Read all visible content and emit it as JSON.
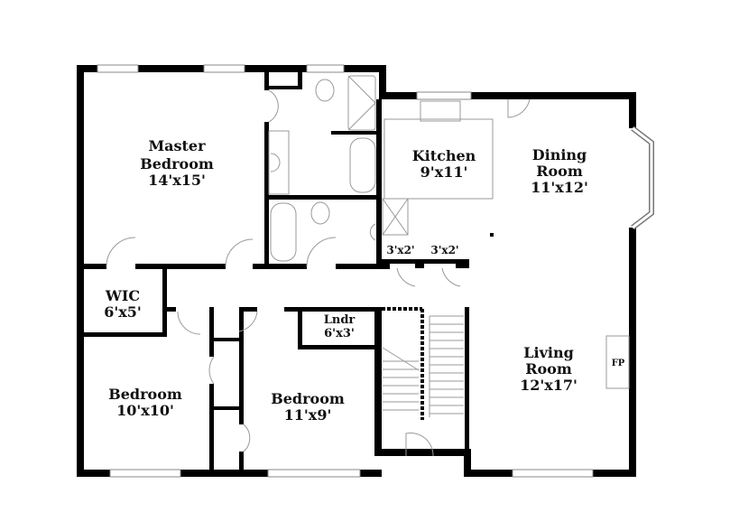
{
  "rooms": [
    {
      "name": "Master",
      "name2": "Bedroom",
      "size": "14'x15'"
    },
    {
      "name": "Kitchen",
      "size": "9'x11'"
    },
    {
      "name": "Dining",
      "name2": "Room",
      "size": "11'x12'"
    },
    {
      "name": "WIC",
      "size": "6'x5'"
    },
    {
      "name": "Lndr",
      "size": "6'x3'"
    },
    {
      "name": "Bedroom",
      "size": "10'x10'"
    },
    {
      "name": "Bedroom",
      "size": "11'x9'"
    },
    {
      "name": "Living",
      "name2": "Room",
      "size": "12'x17'"
    }
  ],
  "closets": [
    "3'x2'",
    "3'x2'"
  ],
  "fireplace": "FP",
  "colors": {
    "wall": "#000000",
    "fixture": "#999999",
    "background": "#ffffff"
  }
}
